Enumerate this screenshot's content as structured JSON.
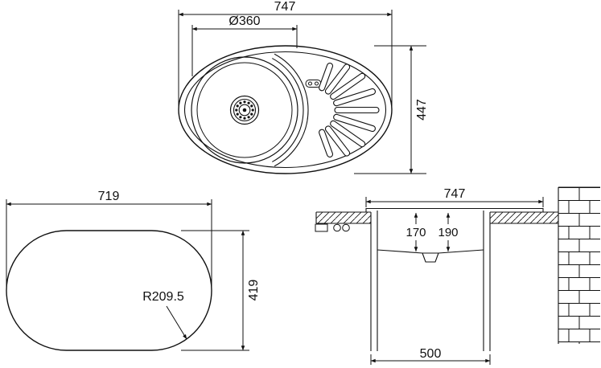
{
  "drawing": {
    "title": "oval-sink-dimension-drawing",
    "top_view": {
      "width": "747",
      "bowl_diameter": "Ø360",
      "depth": "447"
    },
    "outline_view": {
      "width": "719",
      "height": "419",
      "corner_radius": "R209.5"
    },
    "section_view": {
      "width": "747",
      "bowl_depth_left": "170",
      "bowl_depth_right": "190",
      "cabinet_width": "500"
    }
  },
  "colors": {
    "line": "#111111",
    "background": "#ffffff"
  }
}
